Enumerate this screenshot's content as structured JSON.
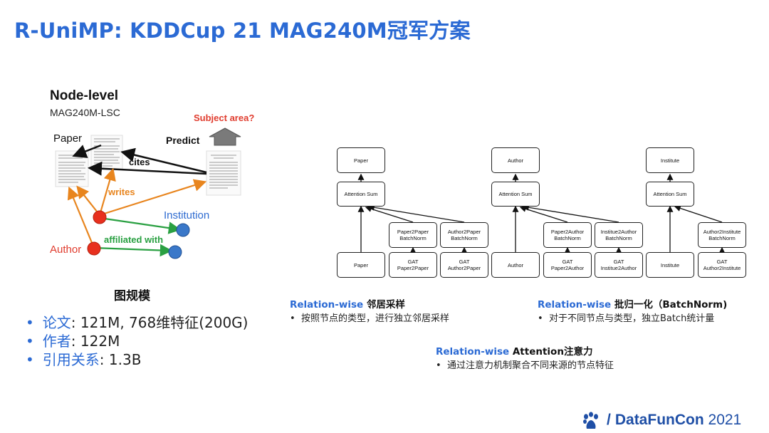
{
  "title": "R-UniMP: KDDCup 21 MAG240M冠军方案",
  "graph": {
    "heading": "Node-level",
    "dataset": "MAG240M-LSC",
    "subject_area": "Subject area?",
    "predict": "Predict",
    "paper": "Paper",
    "cites": "cites",
    "writes": "writes",
    "institution": "Institution",
    "affiliated_with": "affiliated with",
    "author": "Author"
  },
  "scale": {
    "title": "图规模",
    "stats": [
      {
        "key": "论文",
        "value": ": 121M, 768维特征(200G)"
      },
      {
        "key": "作者",
        "value": ": 122M"
      },
      {
        "key": "引用关系",
        "value": ": 1.3B"
      }
    ]
  },
  "diagram": {
    "columns": [
      {
        "top": "Paper",
        "sum": "Attention Sum",
        "bn1": [
          "Paper2Paper",
          "BatchNorm"
        ],
        "bn2": [
          "Author2Paper",
          "BatchNorm"
        ],
        "base": "Paper",
        "gat1": [
          "GAT",
          "Paper2Paper"
        ],
        "gat2": [
          "GAT",
          "Author2Paper"
        ]
      },
      {
        "top": "Author",
        "sum": "Attention Sum",
        "bn1": [
          "Paper2Author",
          "BatchNorm"
        ],
        "bn2": [
          "Institue2Author",
          "BatchNorm"
        ],
        "base": "Author",
        "gat1": [
          "GAT",
          "Paper2Author"
        ],
        "gat2": [
          "GAT",
          "Institue2Author"
        ]
      },
      {
        "top": "Institute",
        "sum": "Attention Sum",
        "bn1": null,
        "bn2": [
          "Author2Institute",
          "BatchNorm"
        ],
        "base": "Institute",
        "gat1": null,
        "gat2": [
          "GAT",
          "Author2Institute"
        ]
      }
    ]
  },
  "sections": {
    "s1": {
      "title_blue": "Relation-wise",
      "title_rest": " 邻居采样",
      "bullet": "按照节点的类型，进行独立邻居采样"
    },
    "s2": {
      "title_blue": "Relation-wise",
      "title_rest": " 批归一化（BatchNorm)",
      "bullet": "对于不同节点与类型，独立Batch统计量"
    },
    "s3": {
      "title_blue": "Relation-wise",
      "title_rest": " Attention注意力",
      "bullet": "通过注意力机制聚合不同来源的节点特征"
    }
  },
  "bullet_char": "•",
  "brand": {
    "slash": "/",
    "name_a": "DataFun",
    "name_b": "Con",
    "year": "2021"
  },
  "colors": {
    "title_blue": "#2b6ad4",
    "red": "#e03c2e",
    "orange": "#e8851e",
    "green": "#2aa042",
    "node_blue": "#3a78c9",
    "brand": "#1f4fa6"
  }
}
